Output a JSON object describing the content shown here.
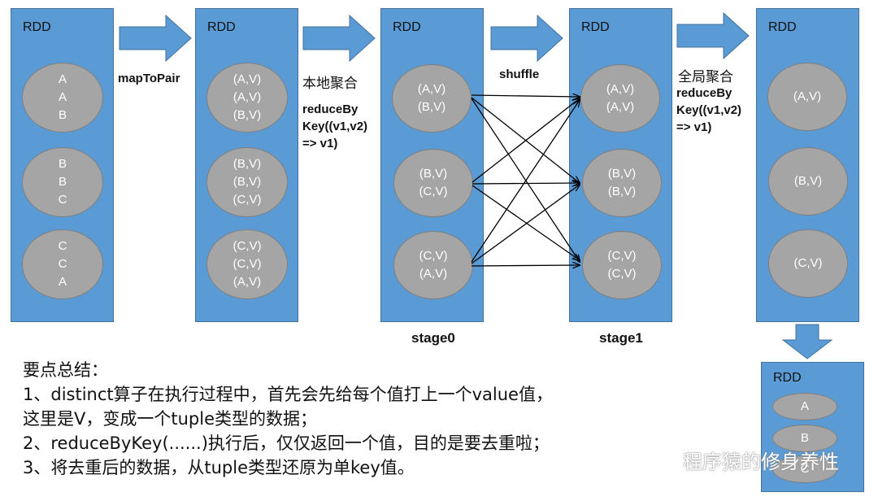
{
  "rdd_label": "RDD",
  "rdds": [
    {
      "id": "rdd1",
      "partitions": [
        [
          "A",
          "A",
          "B"
        ],
        [
          "B",
          "B",
          "C"
        ],
        [
          "C",
          "C",
          "A"
        ]
      ]
    },
    {
      "id": "rdd2",
      "partitions": [
        [
          "(A,V)",
          "(A,V)",
          "(B,V)"
        ],
        [
          "(B,V)",
          "(B,V)",
          "(C,V)"
        ],
        [
          "(C,V)",
          "(C,V)",
          "(A,V)"
        ]
      ]
    },
    {
      "id": "rdd3",
      "partitions": [
        [
          "(A,V)",
          "(B,V)"
        ],
        [
          "(B,V)",
          "(C,V)"
        ],
        [
          "(C,V)",
          "(A,V)"
        ]
      ],
      "stage": "stage0"
    },
    {
      "id": "rdd4",
      "partitions": [
        [
          "(A,V)",
          "(A,V)"
        ],
        [
          "(B,V)",
          "(B,V)"
        ],
        [
          "(C,V)",
          "(C,V)"
        ]
      ],
      "stage": "stage1"
    },
    {
      "id": "rdd5",
      "partitions": [
        [
          "(A,V)"
        ],
        [
          "(B,V)"
        ],
        [
          "(C,V)"
        ]
      ]
    },
    {
      "id": "rdd6",
      "partitions": [
        [
          "A"
        ],
        [
          "B"
        ],
        [
          "C"
        ]
      ]
    }
  ],
  "operations": {
    "op1": {
      "label": "mapToPair"
    },
    "op2": {
      "cn": "本地聚合",
      "lines": [
        "reduceBy",
        "Key((v1,v2)",
        "=> v1)"
      ]
    },
    "op3": {
      "label": "shuffle"
    },
    "op4": {
      "cn": "全局聚合",
      "lines": [
        "reduceBy",
        "Key((v1,v2)",
        "=> v1)"
      ]
    }
  },
  "summary": {
    "title": "要点总结：",
    "lines": [
      "1、distinct算子在执行过程中，首先会先给每个值打上一个value值，",
      "这里是V，变成一个tuple类型的数据；",
      "2、reduceByKey(......)执行后，仅仅返回一个值，目的是要去重啦；",
      "3、将去重后的数据，从tuple类型还原为单key值。"
    ]
  },
  "watermark": {
    "icon": "wechat-icon",
    "text": "程序猿的修身养性"
  },
  "colors": {
    "box": "#5b9bd5",
    "box_border": "#41719c",
    "ellipse": "#a5a5a5",
    "ellipse_text": "#ffffff"
  }
}
